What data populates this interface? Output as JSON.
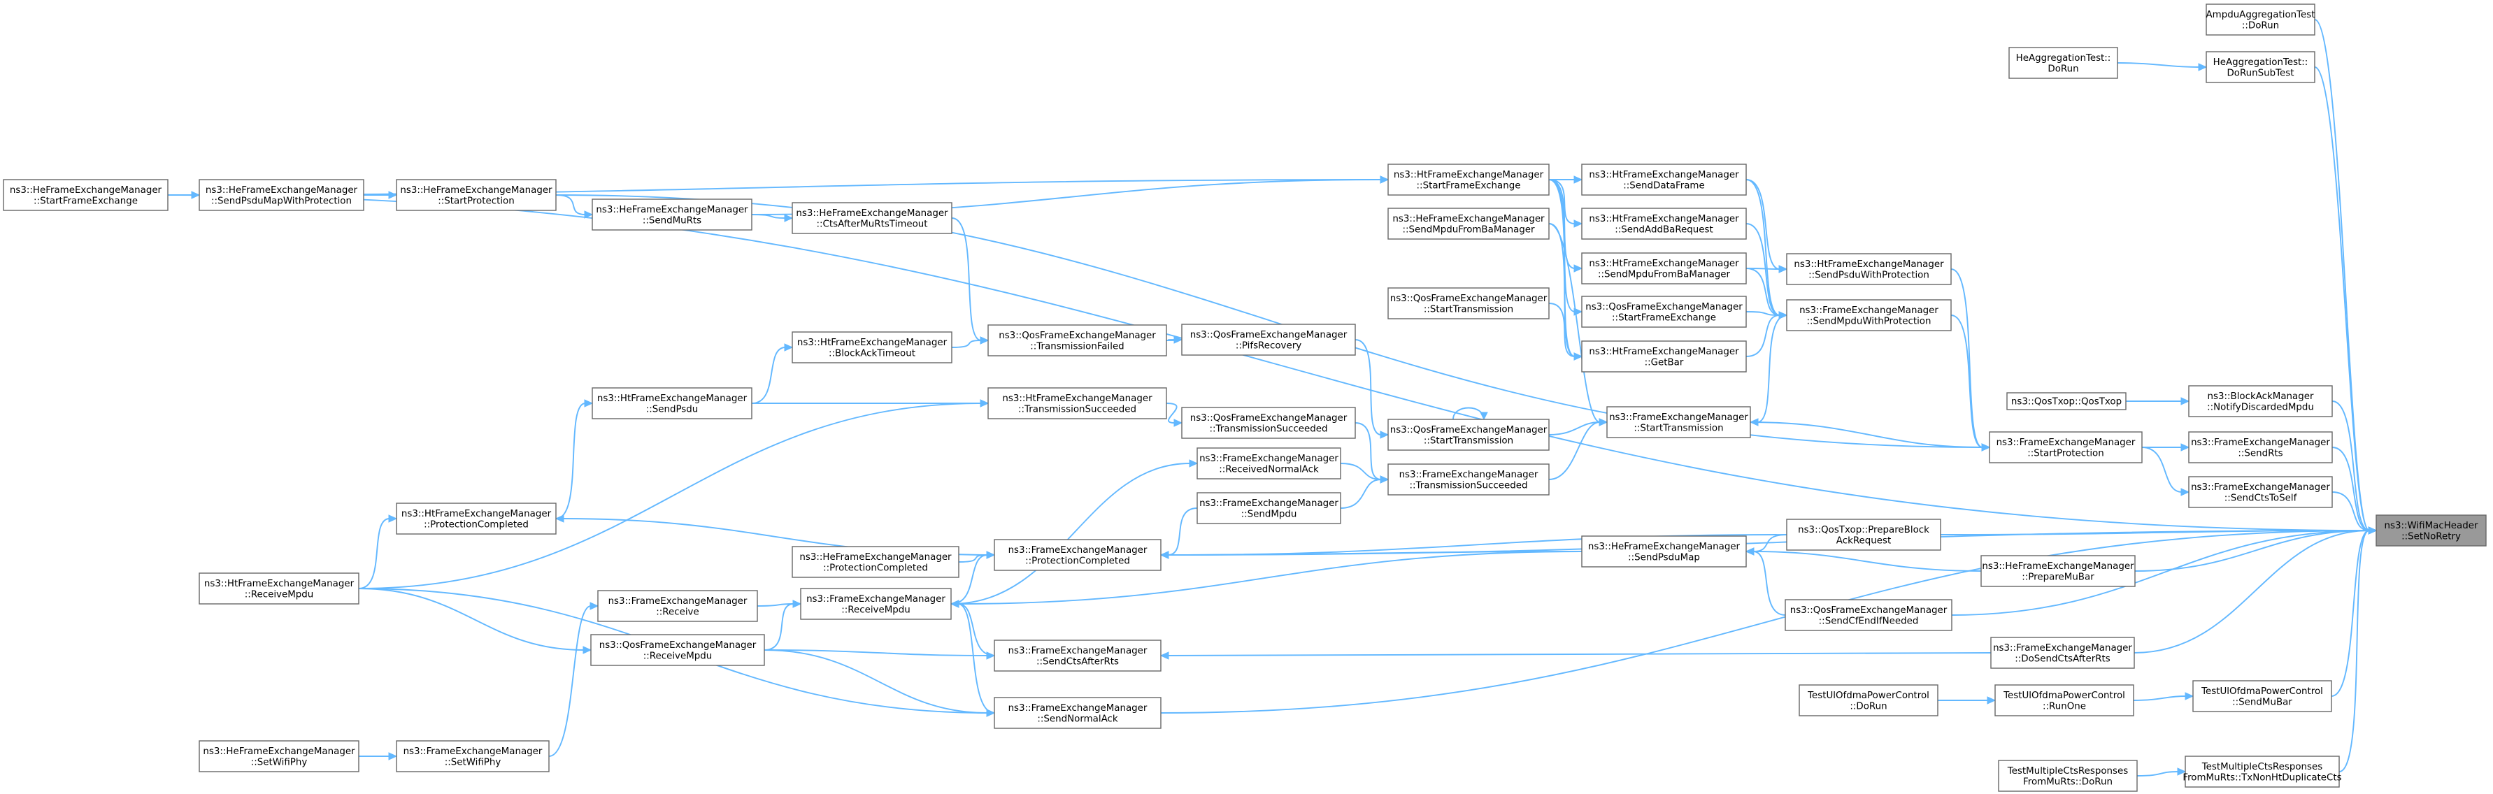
{
  "graph": {
    "title": "ns3::WifiMacHeader::SetNoRetry caller graph",
    "focus": "n_root",
    "nodes": [
      {
        "id": "n_root",
        "lines": [
          "ns3::WifiMacHeader",
          "::SetNoRetry"
        ]
      },
      {
        "id": "n_ampdu",
        "lines": [
          "AmpduAggregationTest",
          "::DoRun"
        ]
      },
      {
        "id": "n_heagg_sub",
        "lines": [
          "HeAggregationTest::",
          "DoRunSubTest"
        ]
      },
      {
        "id": "n_heagg_run",
        "lines": [
          "HeAggregationTest::",
          "DoRun"
        ]
      },
      {
        "id": "n_bam",
        "lines": [
          "ns3::BlockAckManager",
          "::NotifyDiscardedMpdu"
        ]
      },
      {
        "id": "n_qostxop",
        "lines": [
          "ns3::QosTxop::QosTxop"
        ]
      },
      {
        "id": "n_fem_sendrts",
        "lines": [
          "ns3::FrameExchangeManager",
          "::SendRts"
        ]
      },
      {
        "id": "n_fem_cts2self",
        "lines": [
          "ns3::FrameExchangeManager",
          "::SendCtsToSelf"
        ]
      },
      {
        "id": "n_fem_startprot",
        "lines": [
          "ns3::FrameExchangeManager",
          "::StartProtection"
        ]
      },
      {
        "id": "n_htfem_psduprot",
        "lines": [
          "ns3::HtFrameExchangeManager",
          "::SendPsduWithProtection"
        ]
      },
      {
        "id": "n_fem_mpduprot",
        "lines": [
          "ns3::FrameExchangeManager",
          "::SendMpduWithProtection"
        ]
      },
      {
        "id": "n_qostxop_prep",
        "lines": [
          "ns3::QosTxop::PrepareBlock",
          "AckRequest"
        ]
      },
      {
        "id": "n_hefem_mubar",
        "lines": [
          "ns3::HeFrameExchangeManager",
          "::PrepareMuBar"
        ]
      },
      {
        "id": "n_qosfem_cfend",
        "lines": [
          "ns3::QosFrameExchangeManager",
          "::SendCfEndIfNeeded"
        ]
      },
      {
        "id": "n_fem_dosendcts",
        "lines": [
          "ns3::FrameExchangeManager",
          "::DoSendCtsAfterRts"
        ]
      },
      {
        "id": "n_ul_sendmubar",
        "lines": [
          "TestUlOfdmaPowerControl",
          "::SendMuBar"
        ]
      },
      {
        "id": "n_ul_runone",
        "lines": [
          "TestUlOfdmaPowerControl",
          "::RunOne"
        ]
      },
      {
        "id": "n_ul_dorun",
        "lines": [
          "TestUlOfdmaPowerControl",
          "::DoRun"
        ]
      },
      {
        "id": "n_mcts_tx",
        "lines": [
          "TestMultipleCtsResponses",
          "FromMuRts::TxNonHtDuplicateCts"
        ]
      },
      {
        "id": "n_mcts_run",
        "lines": [
          "TestMultipleCtsResponses",
          "FromMuRts::DoRun"
        ]
      },
      {
        "id": "n_htfem_dataframe",
        "lines": [
          "ns3::HtFrameExchangeManager",
          "::SendDataFrame"
        ]
      },
      {
        "id": "n_htfem_addba",
        "lines": [
          "ns3::HtFrameExchangeManager",
          "::SendAddBaRequest"
        ]
      },
      {
        "id": "n_htfem_sendmpdubam",
        "lines": [
          "ns3::HtFrameExchangeManager",
          "::SendMpduFromBaManager"
        ]
      },
      {
        "id": "n_qosfem_startfe",
        "lines": [
          "ns3::QosFrameExchangeManager",
          "::StartFrameExchange"
        ]
      },
      {
        "id": "n_htfem_getbar",
        "lines": [
          "ns3::HtFrameExchangeManager",
          "::GetBar"
        ]
      },
      {
        "id": "n_fem_starttx",
        "lines": [
          "ns3::FrameExchangeManager",
          "::StartTransmission"
        ]
      },
      {
        "id": "n_hefem_sendpsdumap",
        "lines": [
          "ns3::HeFrameExchangeManager",
          "::SendPsduMap"
        ]
      },
      {
        "id": "n_htfem_startfe",
        "lines": [
          "ns3::HtFrameExchangeManager",
          "::StartFrameExchange"
        ]
      },
      {
        "id": "n_hefem_sendmpdubam",
        "lines": [
          "ns3::HeFrameExchangeManager",
          "::SendMpduFromBaManager"
        ]
      },
      {
        "id": "n_qosfem_starttx_a",
        "lines": [
          "ns3::QosFrameExchangeManager",
          "::StartTransmission"
        ]
      },
      {
        "id": "n_qosfem_starttx_b",
        "lines": [
          "ns3::QosFrameExchangeManager",
          "::StartTransmission"
        ]
      },
      {
        "id": "n_fem_txsucc",
        "lines": [
          "ns3::FrameExchangeManager",
          "::TransmissionSucceeded"
        ]
      },
      {
        "id": "n_fem_recvnormalack",
        "lines": [
          "ns3::FrameExchangeManager",
          "::ReceivedNormalAck"
        ]
      },
      {
        "id": "n_fem_sendmpdu",
        "lines": [
          "ns3::FrameExchangeManager",
          "::SendMpdu"
        ]
      },
      {
        "id": "n_qosfem_pifs",
        "lines": [
          "ns3::QosFrameExchangeManager",
          "::PifsRecovery"
        ]
      },
      {
        "id": "n_qosfem_txsucc",
        "lines": [
          "ns3::QosFrameExchangeManager",
          "::TransmissionSucceeded"
        ]
      },
      {
        "id": "n_qosfem_txfailed",
        "lines": [
          "ns3::QosFrameExchangeManager",
          "::TransmissionFailed"
        ]
      },
      {
        "id": "n_htfem_txsucc",
        "lines": [
          "ns3::HtFrameExchangeManager",
          "::TransmissionSucceeded"
        ]
      },
      {
        "id": "n_hefem_ctsafter",
        "lines": [
          "ns3::HeFrameExchangeManager",
          "::CtsAfterMuRtsTimeout"
        ]
      },
      {
        "id": "n_fem_protcompleted",
        "lines": [
          "ns3::FrameExchangeManager",
          "::ProtectionCompleted"
        ]
      },
      {
        "id": "n_hefem_protcompleted",
        "lines": [
          "ns3::HeFrameExchangeManager",
          "::ProtectionCompleted"
        ]
      },
      {
        "id": "n_fem_recvmpdu",
        "lines": [
          "ns3::FrameExchangeManager",
          "::ReceiveMpdu"
        ]
      },
      {
        "id": "n_fem_sendctsafter",
        "lines": [
          "ns3::FrameExchangeManager",
          "::SendCtsAfterRts"
        ]
      },
      {
        "id": "n_fem_sendnormalack",
        "lines": [
          "ns3::FrameExchangeManager",
          "::SendNormalAck"
        ]
      },
      {
        "id": "n_htfem_blockack",
        "lines": [
          "ns3::HtFrameExchangeManager",
          "::BlockAckTimeout"
        ]
      },
      {
        "id": "n_htfem_sendpsdu",
        "lines": [
          "ns3::HtFrameExchangeManager",
          "::SendPsdu"
        ]
      },
      {
        "id": "n_htfem_protcompleted",
        "lines": [
          "ns3::HtFrameExchangeManager",
          "::ProtectionCompleted"
        ]
      },
      {
        "id": "n_fem_receive",
        "lines": [
          "ns3::FrameExchangeManager",
          "::Receive"
        ]
      },
      {
        "id": "n_qosfem_recvmpdu",
        "lines": [
          "ns3::QosFrameExchangeManager",
          "::ReceiveMpdu"
        ]
      },
      {
        "id": "n_fem_setwifiphy",
        "lines": [
          "ns3::FrameExchangeManager",
          "::SetWifiPhy"
        ]
      },
      {
        "id": "n_hefem_sendmurts",
        "lines": [
          "ns3::HeFrameExchangeManager",
          "::SendMuRts"
        ]
      },
      {
        "id": "n_hefem_startprot",
        "lines": [
          "ns3::HeFrameExchangeManager",
          "::StartProtection"
        ]
      },
      {
        "id": "n_hefem_sendpsdumapprot",
        "lines": [
          "ns3::HeFrameExchangeManager",
          "::SendPsduMapWithProtection"
        ]
      },
      {
        "id": "n_hefem_startfe",
        "lines": [
          "ns3::HeFrameExchangeManager",
          "::StartFrameExchange"
        ]
      },
      {
        "id": "n_htfem_recvmpdu",
        "lines": [
          "ns3::HtFrameExchangeManager",
          "::ReceiveMpdu"
        ]
      },
      {
        "id": "n_hefem_setwifiphy",
        "lines": [
          "ns3::HeFrameExchangeManager",
          "::SetWifiPhy"
        ]
      }
    ],
    "edges": [
      [
        "n_ampdu",
        "n_root"
      ],
      [
        "n_heagg_sub",
        "n_root"
      ],
      [
        "n_heagg_run",
        "n_heagg_sub"
      ],
      [
        "n_bam",
        "n_root"
      ],
      [
        "n_qostxop",
        "n_bam"
      ],
      [
        "n_fem_sendrts",
        "n_root"
      ],
      [
        "n_fem_cts2self",
        "n_root"
      ],
      [
        "n_fem_startprot",
        "n_fem_sendrts"
      ],
      [
        "n_fem_startprot",
        "n_fem_cts2self"
      ],
      [
        "n_htfem_psduprot",
        "n_fem_startprot"
      ],
      [
        "n_fem_mpduprot",
        "n_fem_startprot"
      ],
      [
        "n_fem_starttx",
        "n_fem_startprot"
      ],
      [
        "n_qostxop_prep",
        "n_root"
      ],
      [
        "n_hefem_mubar",
        "n_root"
      ],
      [
        "n_qosfem_cfend",
        "n_root"
      ],
      [
        "n_fem_dosendcts",
        "n_root"
      ],
      [
        "n_ul_sendmubar",
        "n_root"
      ],
      [
        "n_ul_runone",
        "n_ul_sendmubar"
      ],
      [
        "n_ul_dorun",
        "n_ul_runone"
      ],
      [
        "n_mcts_tx",
        "n_root"
      ],
      [
        "n_mcts_run",
        "n_mcts_tx"
      ],
      [
        "n_htfem_dataframe",
        "n_htfem_psduprot"
      ],
      [
        "n_htfem_dataframe",
        "n_fem_mpduprot"
      ],
      [
        "n_htfem_addba",
        "n_fem_mpduprot"
      ],
      [
        "n_htfem_sendmpdubam",
        "n_htfem_psduprot"
      ],
      [
        "n_htfem_sendmpdubam",
        "n_fem_mpduprot"
      ],
      [
        "n_qosfem_startfe",
        "n_fem_mpduprot"
      ],
      [
        "n_htfem_getbar",
        "n_fem_mpduprot"
      ],
      [
        "n_htfem_startfe",
        "n_htfem_dataframe"
      ],
      [
        "n_htfem_startfe",
        "n_htfem_addba"
      ],
      [
        "n_htfem_startfe",
        "n_htfem_sendmpdubam"
      ],
      [
        "n_htfem_startfe",
        "n_qosfem_startfe"
      ],
      [
        "n_htfem_startfe",
        "n_htfem_getbar"
      ],
      [
        "n_hefem_sendmpdubam",
        "n_htfem_getbar"
      ],
      [
        "n_qosfem_starttx_a",
        "n_htfem_getbar"
      ],
      [
        "n_qosfem_starttx_b",
        "n_fem_starttx"
      ],
      [
        "n_fem_txsucc",
        "n_fem_starttx"
      ],
      [
        "n_fem_recvnormalack",
        "n_fem_txsucc"
      ],
      [
        "n_fem_sendmpdu",
        "n_fem_txsucc"
      ],
      [
        "n_qosfem_txsucc",
        "n_fem_txsucc"
      ],
      [
        "n_qosfem_pifs",
        "n_qosfem_starttx_b"
      ],
      [
        "n_qosfem_starttx_b",
        "n_qosfem_starttx_b"
      ],
      [
        "n_qosfem_txfailed",
        "n_qosfem_pifs"
      ],
      [
        "n_htfem_txsucc",
        "n_qosfem_txsucc"
      ],
      [
        "n_htfem_blockack",
        "n_qosfem_txfailed"
      ],
      [
        "n_hefem_ctsafter",
        "n_qosfem_txfailed"
      ],
      [
        "n_htfem_sendpsdu",
        "n_htfem_blockack"
      ],
      [
        "n_htfem_sendpsdu",
        "n_htfem_txsucc"
      ],
      [
        "n_hefem_sendpsdumap",
        "n_fem_protcompleted"
      ],
      [
        "n_hefem_sendpsdumap",
        "n_fem_recvmpdu"
      ],
      [
        "n_hefem_mubar",
        "n_hefem_sendpsdumap"
      ],
      [
        "n_qostxop_prep",
        "n_hefem_sendpsdumap"
      ],
      [
        "n_qostxop_prep",
        "n_fem_protcompleted"
      ],
      [
        "n_fem_protcompleted",
        "n_htfem_protcompleted"
      ],
      [
        "n_fem_sendmpdu",
        "n_fem_protcompleted"
      ],
      [
        "n_hefem_protcompleted",
        "n_fem_protcompleted"
      ],
      [
        "n_fem_recvmpdu",
        "n_fem_recvnormalack"
      ],
      [
        "n_fem_recvmpdu",
        "n_fem_protcompleted"
      ],
      [
        "n_fem_sendctsafter",
        "n_fem_recvmpdu"
      ],
      [
        "n_fem_sendnormalack",
        "n_fem_recvmpdu"
      ],
      [
        "n_fem_dosendcts",
        "n_fem_sendctsafter"
      ],
      [
        "n_fem_receive",
        "n_fem_recvmpdu"
      ],
      [
        "n_qosfem_recvmpdu",
        "n_fem_recvmpdu"
      ],
      [
        "n_qosfem_recvmpdu",
        "n_fem_sendctsafter"
      ],
      [
        "n_qosfem_recvmpdu",
        "n_fem_sendnormalack"
      ],
      [
        "n_htfem_protcompleted",
        "n_htfem_sendpsdu"
      ],
      [
        "n_htfem_recvmpdu",
        "n_htfem_protcompleted"
      ],
      [
        "n_htfem_recvmpdu",
        "n_htfem_txsucc"
      ],
      [
        "n_htfem_recvmpdu",
        "n_qosfem_recvmpdu"
      ],
      [
        "n_htfem_recvmpdu",
        "n_fem_sendnormalack"
      ],
      [
        "n_fem_setwifiphy",
        "n_fem_receive"
      ],
      [
        "n_hefem_setwifiphy",
        "n_fem_setwifiphy"
      ],
      [
        "n_hefem_sendmurts",
        "n_hefem_ctsafter"
      ],
      [
        "n_hefem_sendmurts",
        "n_htfem_startfe"
      ],
      [
        "n_hefem_startprot",
        "n_hefem_sendmurts"
      ],
      [
        "n_hefem_sendpsdumapprot",
        "n_hefem_startprot"
      ],
      [
        "n_hefem_startfe",
        "n_hefem_sendpsdumapprot"
      ],
      [
        "n_hefem_startfe",
        "n_htfem_startfe"
      ],
      [
        "n_hefem_startfe",
        "n_root"
      ],
      [
        "n_hefem_startprot",
        "n_fem_startprot"
      ],
      [
        "n_fem_sendnormalack",
        "n_root"
      ],
      [
        "n_fem_protcompleted",
        "n_root"
      ],
      [
        "n_hefem_sendmpdubam",
        "n_fem_starttx"
      ],
      [
        "n_qosfem_cfend",
        "n_hefem_sendpsdumap"
      ],
      [
        "n_fem_mpduprot",
        "n_fem_starttx"
      ]
    ]
  }
}
